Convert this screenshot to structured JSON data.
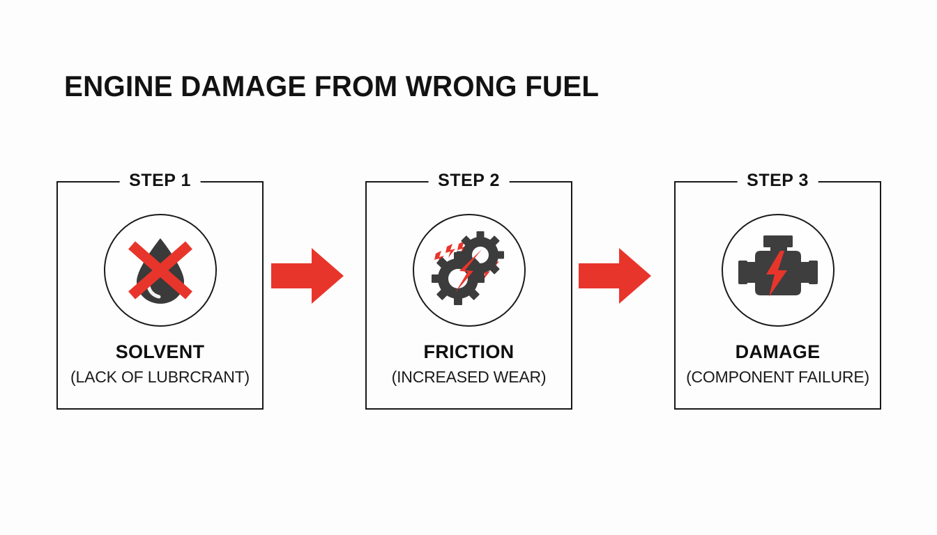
{
  "page": {
    "background_color": "#fdfdfd",
    "title": "ENGINE DAMAGE FROM WRONG FUEL"
  },
  "colors": {
    "accent_red": "#E8352B",
    "icon_dark": "#3C3C3C",
    "text_black": "#121212",
    "border_black": "#16181a"
  },
  "steps": [
    {
      "label": "STEP 1",
      "icon": "no-oil-droplet-icon",
      "title": "SOLVENT",
      "subtitle": "(LACK OF LUBRCRANT)"
    },
    {
      "label": "STEP 2",
      "icon": "gears-friction-icon",
      "title": "FRICTION",
      "subtitle": "(INCREASED WEAR)"
    },
    {
      "label": "STEP 3",
      "icon": "engine-damage-icon",
      "title": "DAMAGE",
      "subtitle": "(COMPONENT FAILURE)"
    }
  ],
  "arrows": [
    {
      "name": "arrow-step1-to-step2",
      "direction": "right",
      "color": "#E8352B"
    },
    {
      "name": "arrow-step2-to-step3",
      "direction": "right",
      "color": "#E8352B"
    }
  ]
}
